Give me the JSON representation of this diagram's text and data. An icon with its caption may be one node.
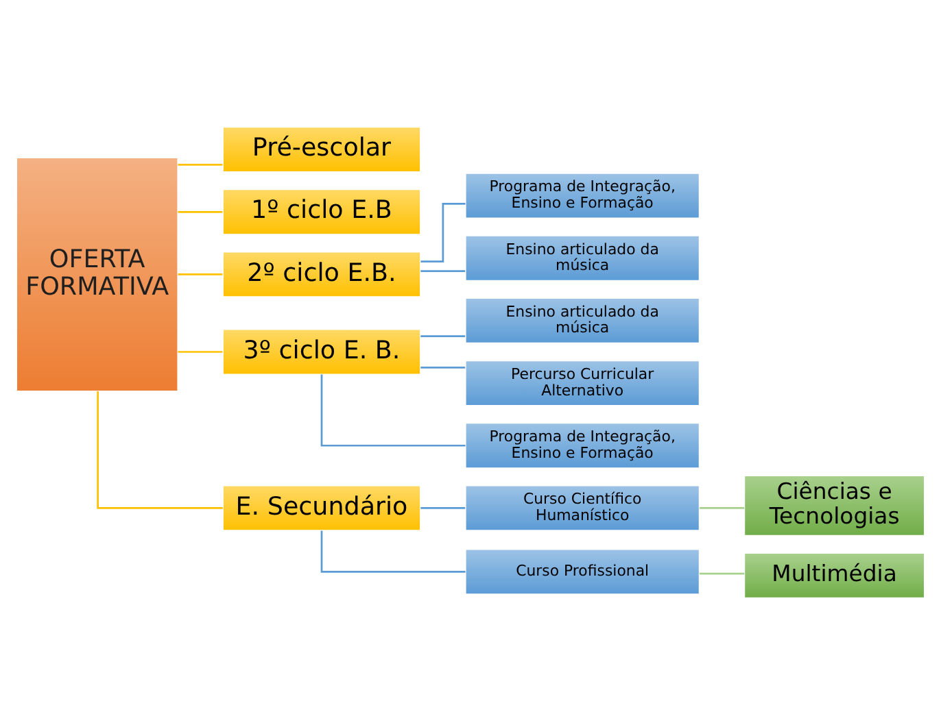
{
  "diagram": {
    "nodes": [
      {
        "text": [
          "OFERTA FORMATIVA"
        ]
      },
      {
        "text": [
          "Pré-escolar"
        ]
      },
      {
        "text": [
          "1º ciclo E.B"
        ]
      },
      {
        "text": [
          "2º ciclo E.B."
        ]
      },
      {
        "text": [
          "Programa de Integração, Ensino e Formação"
        ]
      },
      {
        "text": [
          "Ensino articulado da música"
        ]
      },
      {
        "text": [
          "3º ciclo E. B."
        ]
      },
      {
        "text": [
          "Ensino articulado da música"
        ]
      },
      {
        "text": [
          "Percurso Curricular Alternativo"
        ]
      },
      {
        "text": [
          "Programa de Integração, Ensino e Formação"
        ]
      },
      {
        "text": [
          "E. Secundário"
        ]
      },
      {
        "text": [
          "Curso Científico Humanístico"
        ]
      },
      {
        "text": [
          "Curso Profissional"
        ]
      },
      {
        "text": [
          "Ciências e Tecnologias"
        ]
      },
      {
        "text": [
          "Multimédia"
        ]
      }
    ],
    "edges": [
      {
        "from": 0,
        "to": 1,
        "arrow": "none",
        "color": "#ffc000"
      },
      {
        "from": 0,
        "to": 2,
        "arrow": "none",
        "color": "#ffc000"
      },
      {
        "from": 0,
        "to": 3,
        "arrow": "none",
        "color": "#ffc000"
      },
      {
        "from": 0,
        "to": 6,
        "arrow": "none",
        "color": "#ffc000"
      },
      {
        "from": 0,
        "to": 10,
        "arrow": "none",
        "color": "#ffc000"
      },
      {
        "from": 3,
        "to": 4,
        "arrow": "none"
      },
      {
        "from": 3,
        "to": 5,
        "arrow": "none"
      },
      {
        "from": 6,
        "to": 7,
        "arrow": "none"
      },
      {
        "from": 6,
        "to": 8,
        "arrow": "none"
      },
      {
        "from": 6,
        "to": 9,
        "arrow": "none"
      },
      {
        "from": 10,
        "to": 11,
        "arrow": "none"
      },
      {
        "from": 10,
        "to": 12,
        "arrow": "none"
      },
      {
        "from": 11,
        "to": 13,
        "arrow": "none",
        "color": "#a9d18e"
      },
      {
        "from": 12,
        "to": 14,
        "arrow": "none",
        "color": "#a9d18e"
      }
    ]
  }
}
